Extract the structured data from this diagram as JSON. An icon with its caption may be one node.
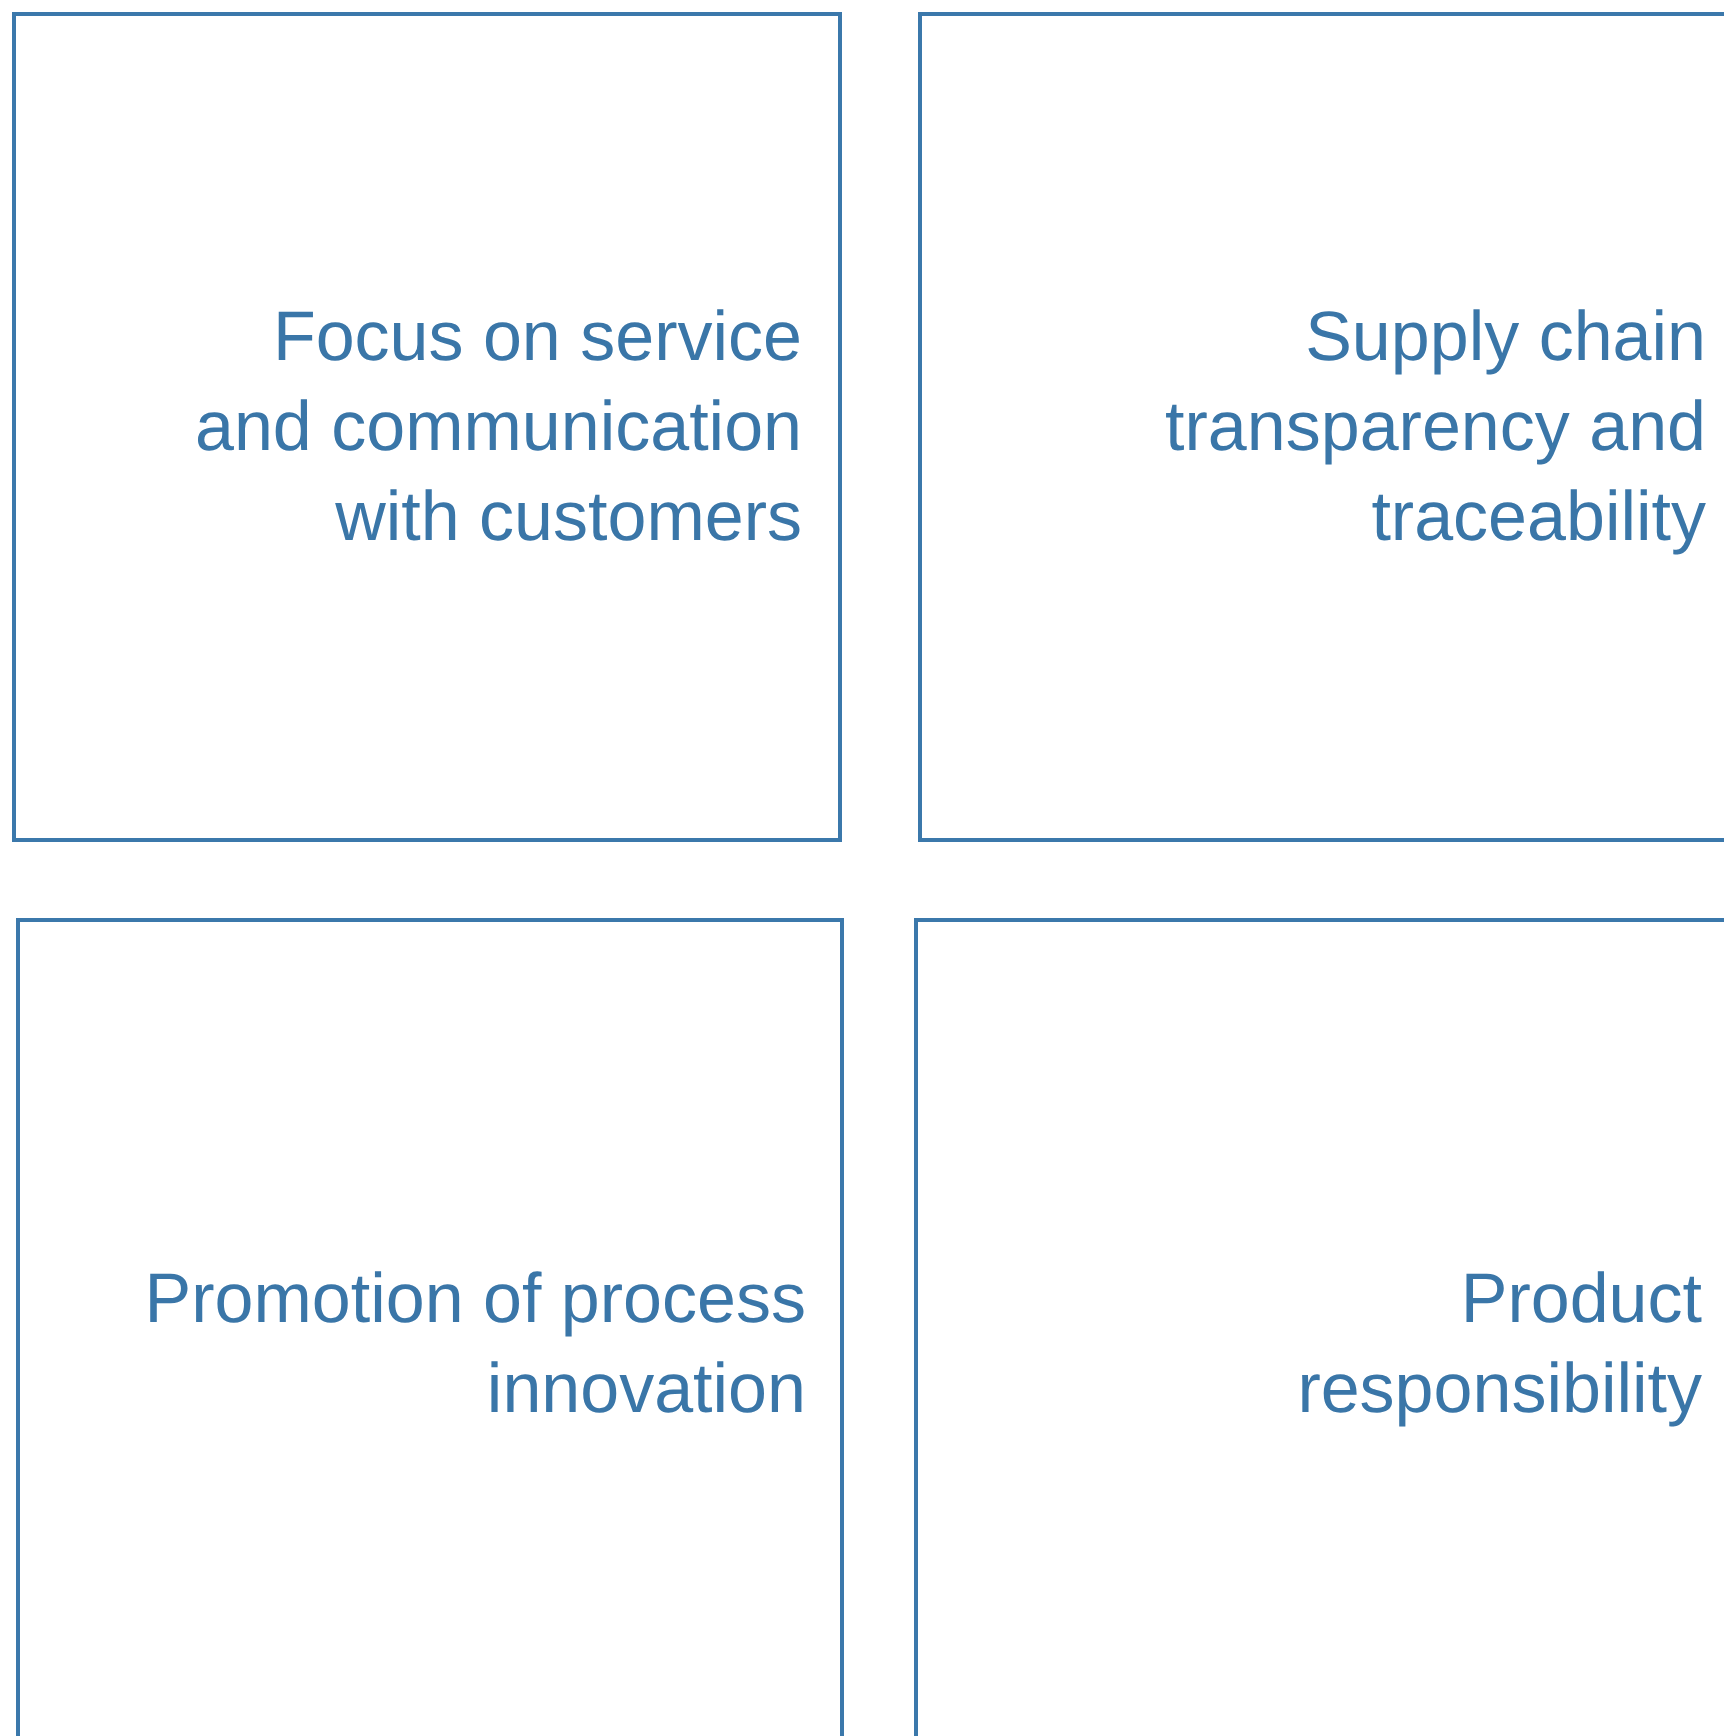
{
  "diagram": {
    "nodes": [
      {
        "text": [
          "Focus on service and communication with customers"
        ]
      },
      {
        "text": [
          "Supply chain transparency and traceability"
        ]
      },
      {
        "text": [
          "Promotion of process innovation"
        ]
      },
      {
        "text": [
          "Product responsibility"
        ]
      }
    ]
  }
}
